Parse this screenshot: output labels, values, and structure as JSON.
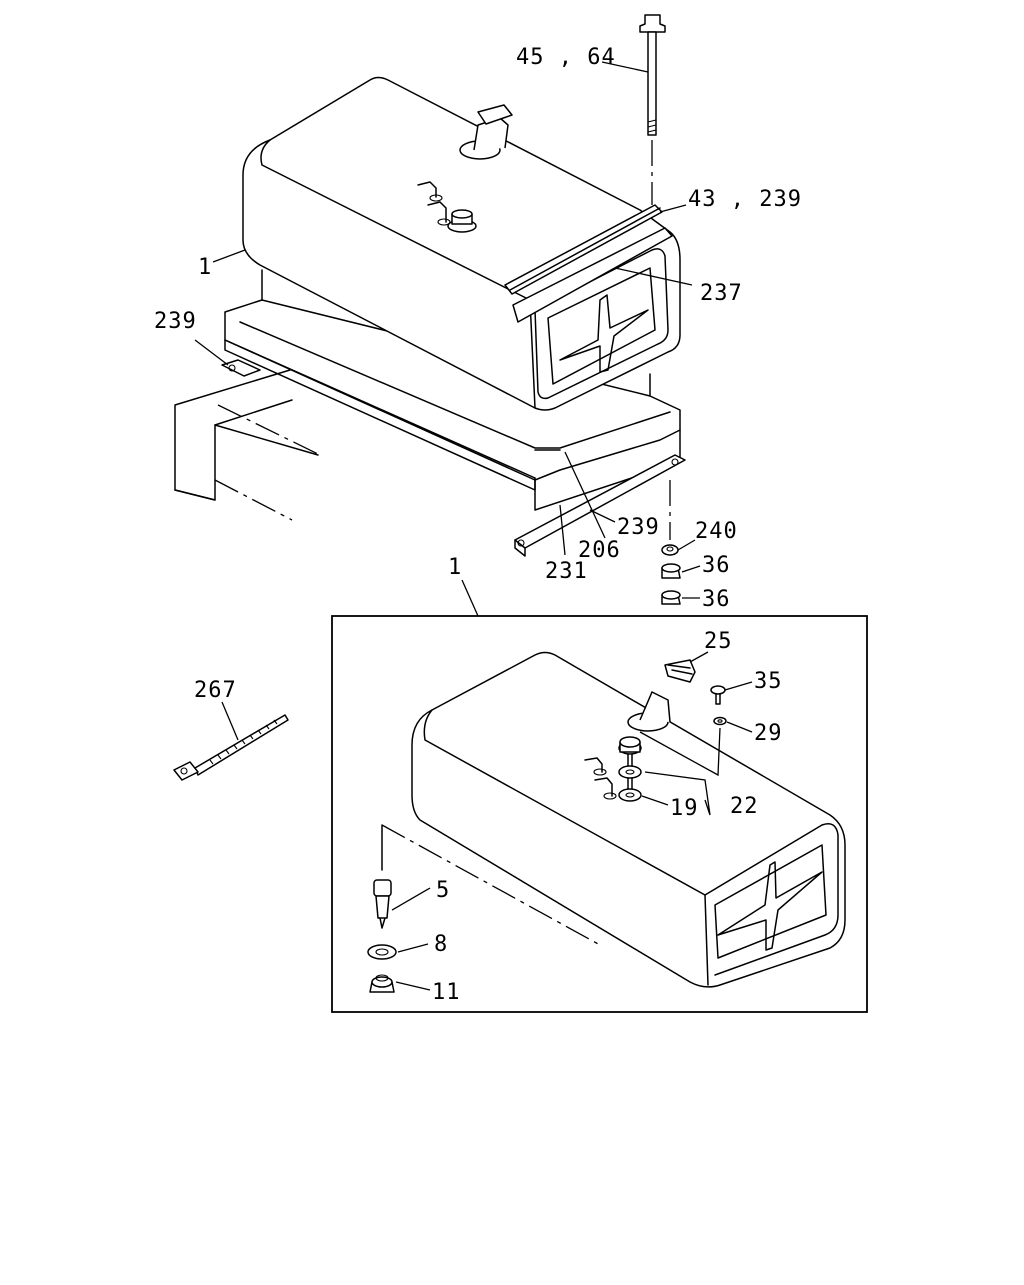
{
  "diagram": {
    "callouts": {
      "c_45_64": "45 , 64",
      "c_43_239": "43 , 239",
      "c_237": "237",
      "c_1_top": "1",
      "c_239_left": "239",
      "c_239_bracket": "239",
      "c_240": "240",
      "c_206": "206",
      "c_231": "231",
      "c_36_a": "36",
      "c_36_b": "36",
      "c_1_box": "1",
      "c_25": "25",
      "c_35": "35",
      "c_29": "29",
      "c_267": "267",
      "c_19": "19",
      "c_22": "22",
      "c_5": "5",
      "c_8": "8",
      "c_11": "11"
    }
  }
}
